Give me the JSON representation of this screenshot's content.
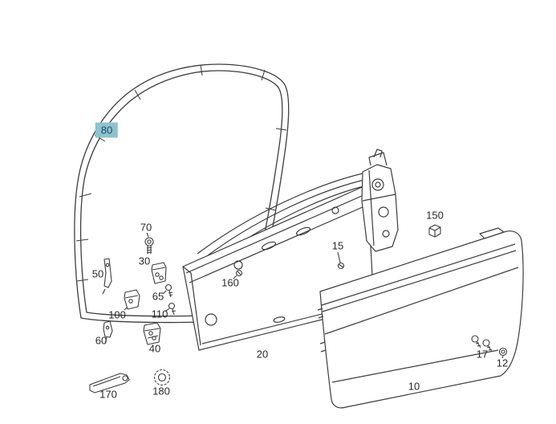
{
  "colors": {
    "highlight_bg": "#8fc2cf",
    "highlight_text": "#14525f",
    "label_text": "#2a2a2a",
    "line": "#3d3d3d"
  },
  "labels": {
    "p80": "80",
    "p70": "70",
    "p30": "30",
    "p50": "50",
    "p65": "65",
    "p100": "100",
    "p110": "110",
    "p60": "60",
    "p40": "40",
    "p170": "170",
    "p180": "180",
    "p160": "160",
    "p20": "20",
    "p15": "15",
    "p150": "150",
    "p10": "10",
    "p17": "17",
    "p12": "12"
  }
}
